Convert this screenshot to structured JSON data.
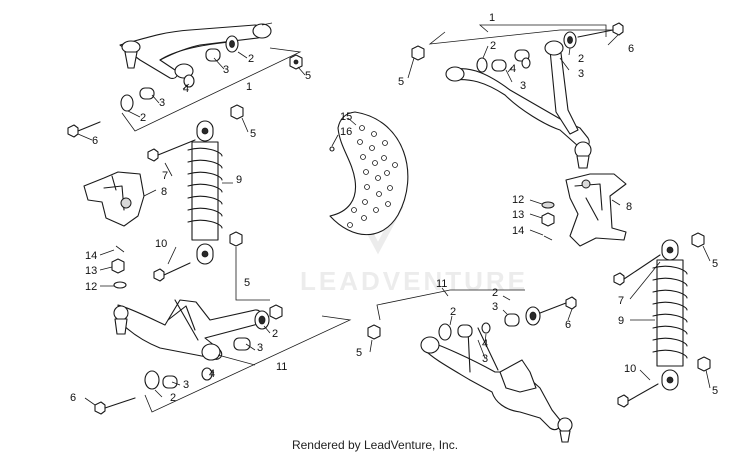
{
  "watermark": "LEADVENTURE",
  "footer": "Rendered by LeadVenture, Inc.",
  "callouts": [
    "1",
    "2",
    "3",
    "4",
    "5",
    "6",
    "7",
    "8",
    "9",
    "10",
    "11",
    "12",
    "13",
    "14",
    "15",
    "16"
  ]
}
